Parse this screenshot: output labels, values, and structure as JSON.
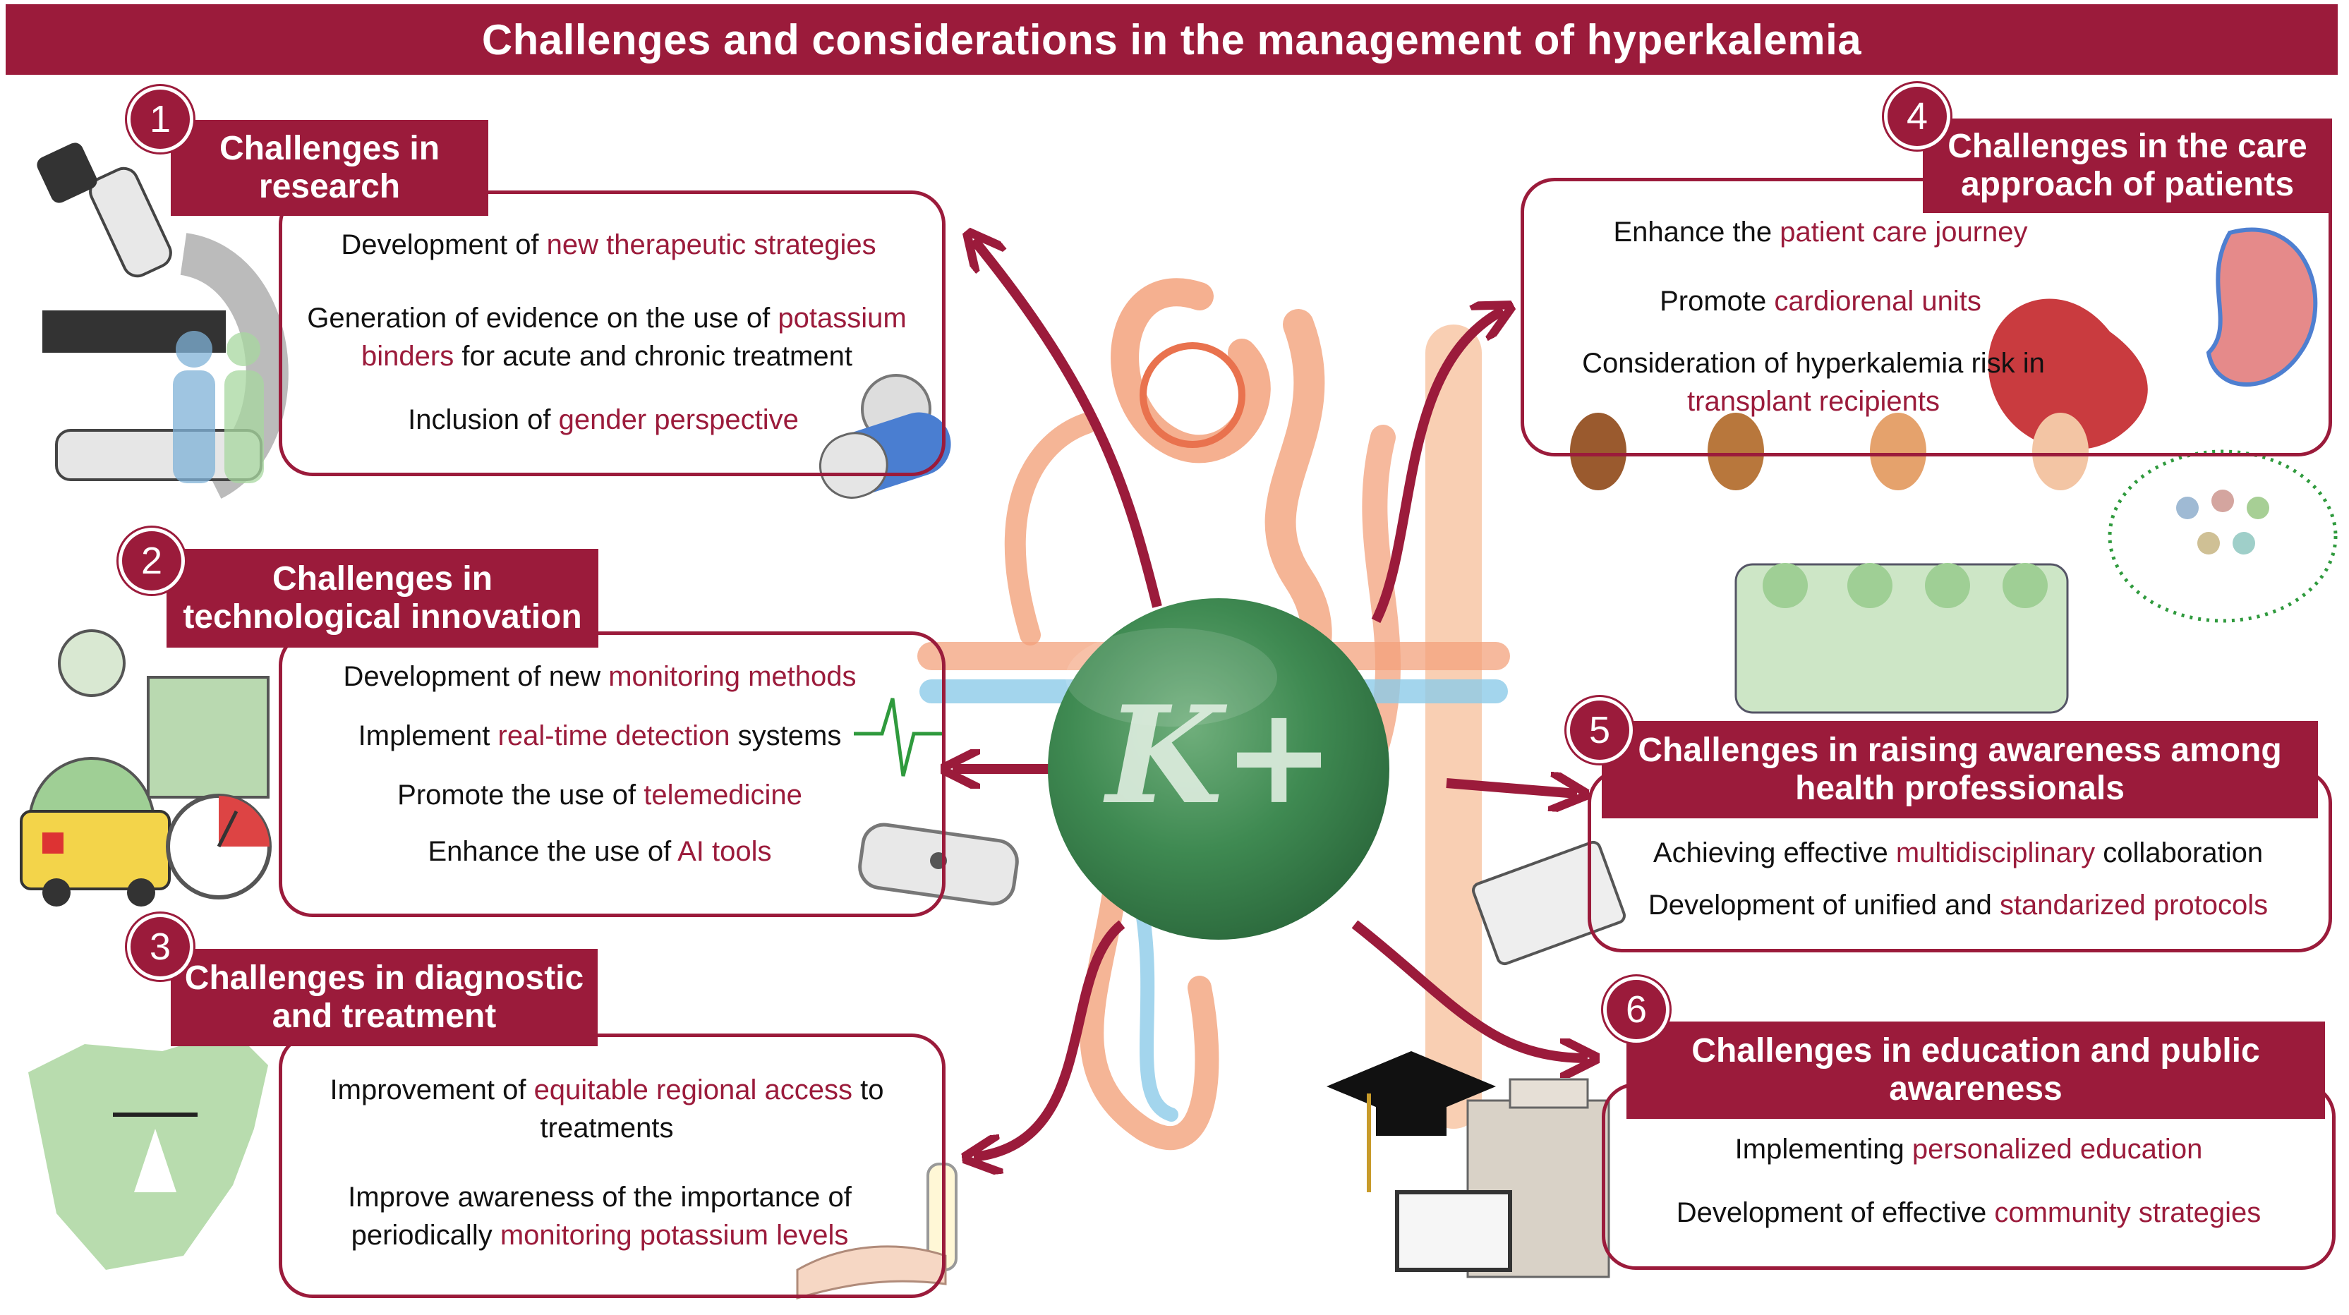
{
  "title": "Challenges and considerations in the management of hyperkalemia",
  "center_label": "K+",
  "colors": {
    "accent": "#9b1b3b",
    "sphere": "#3f8a52",
    "nephron": "#f3a27c",
    "vessel": "#7cc3e6"
  },
  "sections": [
    {
      "number": "1",
      "heading": "Challenges in research",
      "items": [
        {
          "pre": "Development of ",
          "hl": "new therapeutic strategies",
          "post": ""
        },
        {
          "pre": "Generation of evidence on the use of ",
          "hl": "potassium binders",
          "post": " for acute and chronic treatment"
        },
        {
          "pre": "Inclusion of ",
          "hl": "gender perspective",
          "post": ""
        }
      ]
    },
    {
      "number": "2",
      "heading": "Challenges in technological innovation",
      "items": [
        {
          "pre": "Development of new ",
          "hl": "monitoring methods",
          "post": ""
        },
        {
          "pre": "Implement ",
          "hl": "real-time detection",
          "post": " systems"
        },
        {
          "pre": "Promote the use of ",
          "hl": "telemedicine",
          "post": ""
        },
        {
          "pre": "Enhance the use of ",
          "hl": "AI tools",
          "post": ""
        }
      ]
    },
    {
      "number": "3",
      "heading": "Challenges in diagnostic and treatment",
      "items": [
        {
          "pre": "Improvement of ",
          "hl": "equitable regional access",
          "post": " to treatments"
        },
        {
          "pre": "Improve awareness of the importance of periodically ",
          "hl": "monitoring potassium levels",
          "post": ""
        }
      ]
    },
    {
      "number": "4",
      "heading": "Challenges in the care approach of patients",
      "items": [
        {
          "pre": "Enhance the ",
          "hl": "patient care journey",
          "post": ""
        },
        {
          "pre": "Promote ",
          "hl": "cardiorenal units",
          "post": ""
        },
        {
          "pre": "Consideration of hyperkalemia risk in ",
          "hl": "transplant recipients",
          "post": ""
        }
      ]
    },
    {
      "number": "5",
      "heading": "Challenges in raising awareness among health professionals",
      "items": [
        {
          "pre": "Achieving effective ",
          "hl": "multidisciplinary",
          "post": " collaboration"
        },
        {
          "pre": "Development of unified and ",
          "hl": "standarized protocols",
          "post": ""
        }
      ]
    },
    {
      "number": "6",
      "heading": "Challenges in education and public awareness",
      "items": [
        {
          "pre": "Implementing ",
          "hl": "personalized education",
          "post": ""
        },
        {
          "pre": "Development of effective ",
          "hl": "community strategies",
          "post": ""
        }
      ]
    }
  ],
  "icons": [
    "microscope-icon",
    "researchers-icon",
    "pill-capsule-icon",
    "nurse-computer-icon",
    "ambulance-icon",
    "stopwatch-icon",
    "ecg-wave-icon",
    "wearable-device-icon",
    "spain-map-icon",
    "justice-scale-icon",
    "blood-tube-icon",
    "arm-icon",
    "heart-icon",
    "kidney-icon",
    "transplant-kidneys-icon",
    "professionals-meeting-icon",
    "crowd-speech-bubble-icon",
    "clipboard-icon",
    "graduation-cap-icon",
    "hospital-building-icon",
    "screen-icon",
    "nephron-icon"
  ]
}
